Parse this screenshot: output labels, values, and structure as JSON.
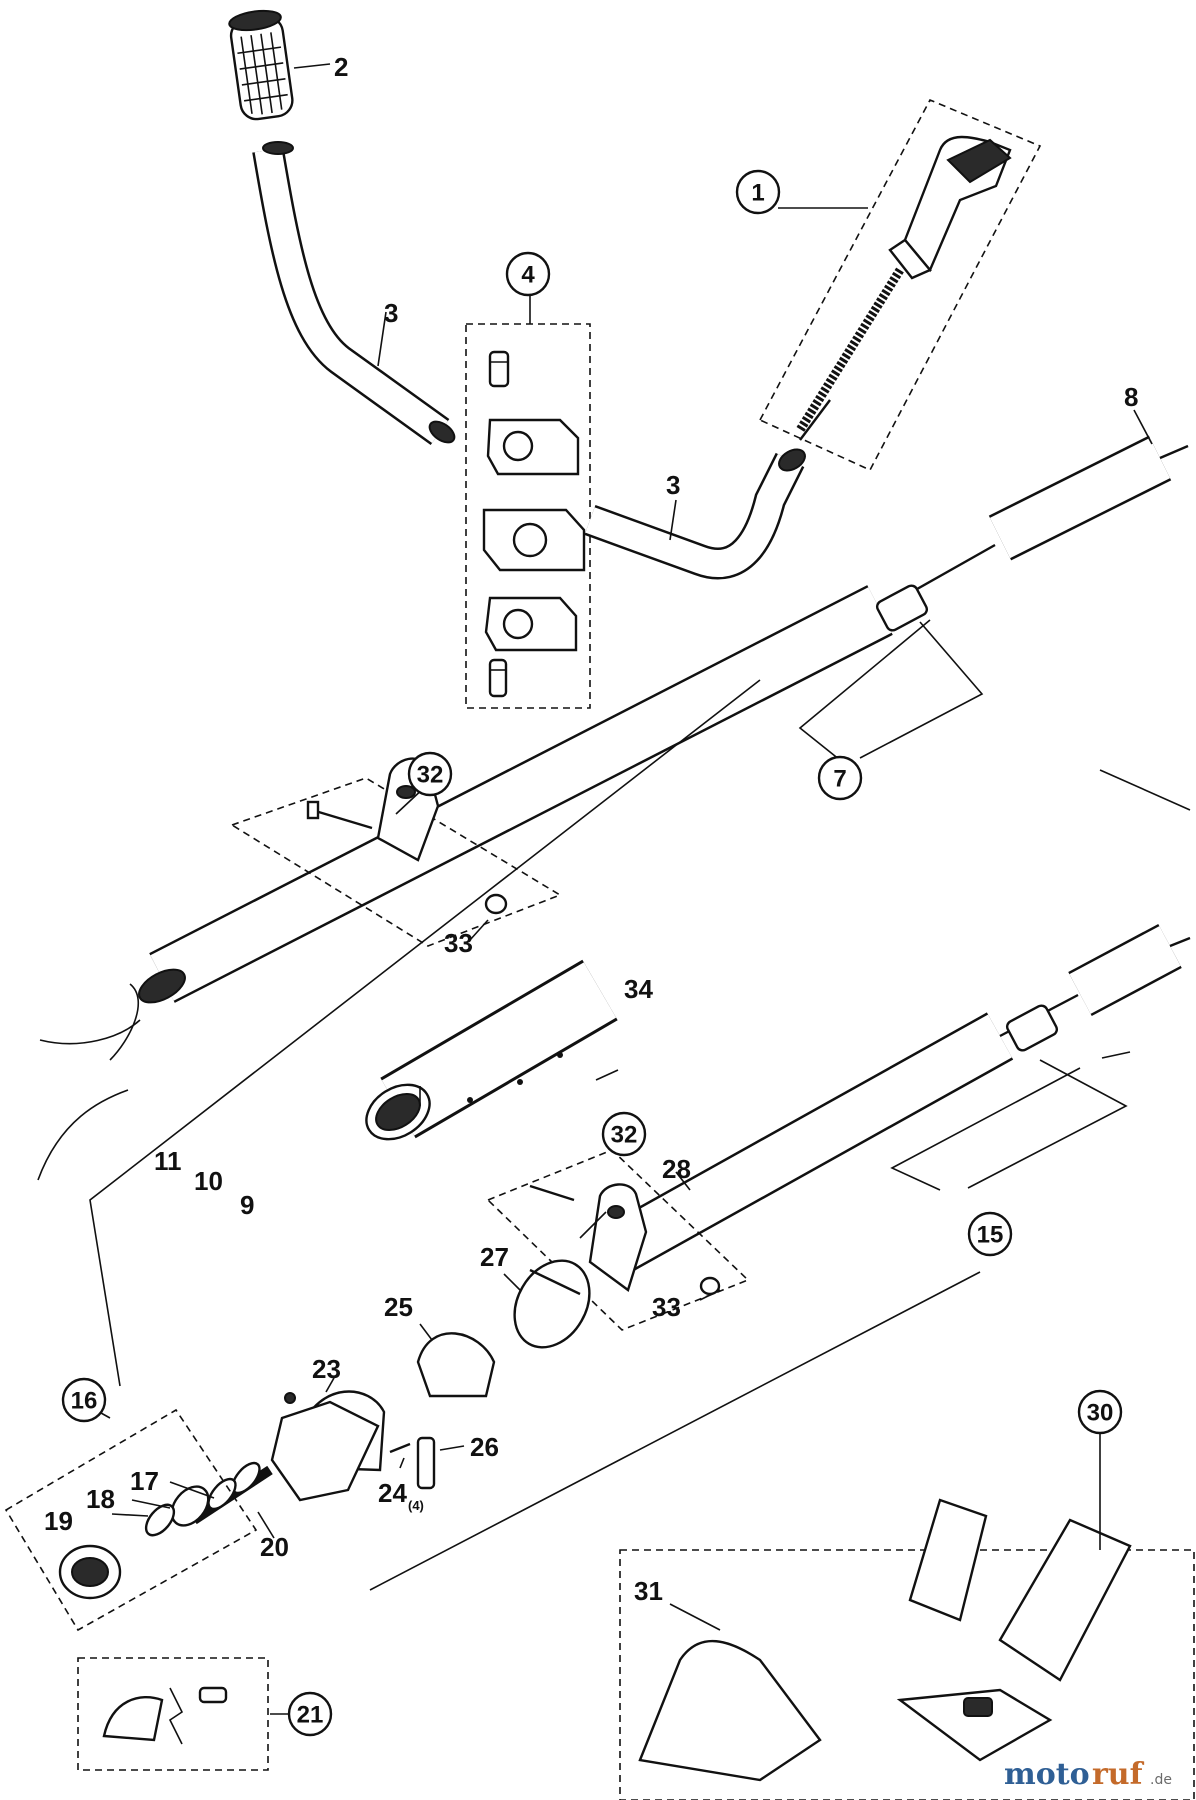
{
  "callouts": [
    {
      "num": "1",
      "circled": true
    },
    {
      "num": "2",
      "circled": false
    },
    {
      "num": "3",
      "circled": false
    },
    {
      "num": "3",
      "circled": false
    },
    {
      "num": "4",
      "circled": true
    },
    {
      "num": "7",
      "circled": true
    },
    {
      "num": "8",
      "circled": false
    },
    {
      "num": "9",
      "circled": false
    },
    {
      "num": "10",
      "circled": false
    },
    {
      "num": "11",
      "circled": false
    },
    {
      "num": "15",
      "circled": true
    },
    {
      "num": "16",
      "circled": true
    },
    {
      "num": "17",
      "circled": false
    },
    {
      "num": "18",
      "circled": false
    },
    {
      "num": "19",
      "circled": false
    },
    {
      "num": "20",
      "circled": false
    },
    {
      "num": "21",
      "circled": true
    },
    {
      "num": "23",
      "circled": false
    },
    {
      "num": "24",
      "circled": false
    },
    {
      "num": "25",
      "circled": false
    },
    {
      "num": "26",
      "circled": false
    },
    {
      "num": "27",
      "circled": false
    },
    {
      "num": "28",
      "circled": false
    },
    {
      "num": "30",
      "circled": true
    },
    {
      "num": "31",
      "circled": false
    },
    {
      "num": "32",
      "circled": true
    },
    {
      "num": "32",
      "circled": true
    },
    {
      "num": "33",
      "circled": false
    },
    {
      "num": "33",
      "circled": false
    },
    {
      "num": "34",
      "circled": false
    }
  ],
  "callout_24_qty": "(4)",
  "watermark": {
    "part1": "moto",
    "part2": "ruf",
    "suffix": ".de"
  }
}
